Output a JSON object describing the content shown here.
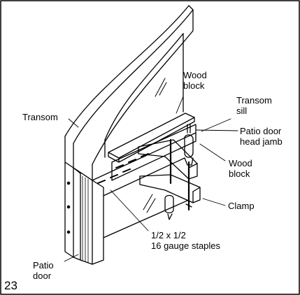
{
  "figure_number": "23",
  "labels": {
    "transom": "Transom",
    "wood_block_top_1": "Wood",
    "wood_block_top_2": "block",
    "transom_sill_1": "Transom",
    "transom_sill_2": "sill",
    "patio_head_jamb_1": "Patio door",
    "patio_head_jamb_2": "head jamb",
    "wood_block_right_1": "Wood",
    "wood_block_right_2": "block",
    "clamp": "Clamp",
    "staples_1": "1/2 x 1/2",
    "staples_2": "16 gauge staples",
    "patio_door_1": "Patio",
    "patio_door_2": "door"
  },
  "colors": {
    "line": "#000000",
    "background": "#ffffff",
    "frame": "#000000"
  }
}
